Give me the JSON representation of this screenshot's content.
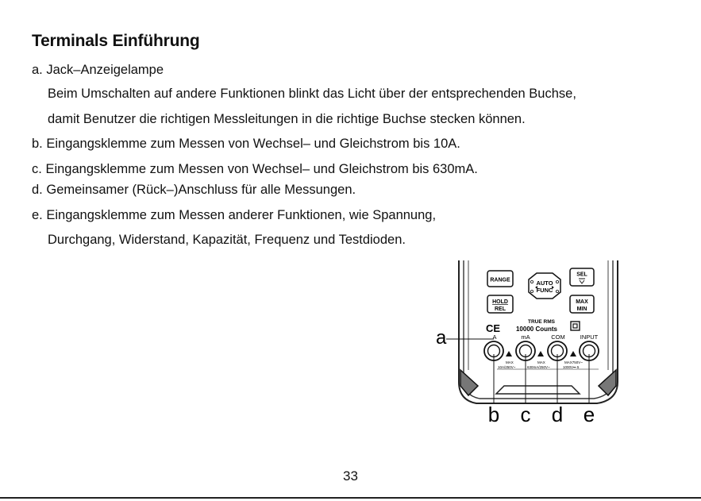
{
  "heading": "Terminals Einführung",
  "items": {
    "a_label": "a.",
    "a_text": "Jack–Anzeigelampe",
    "a_desc1": "Beim Umschalten auf andere Funktionen blinkt das Licht über der entsprechenden Buchse,",
    "a_desc2": "damit Benutzer die richtigen Messleitungen in die richtige Buchse stecken können.",
    "b_label": "b.",
    "b_text": "Eingangsklemme zum Messen von Wechsel– und Gleichstrom bis 10A.",
    "c_label": "c.",
    "c_text": "Eingangsklemme zum Messen von Wechsel– und Gleichstrom bis 630mA.",
    "d_label": "d.",
    "d_text": "Gemeinsamer (Rück–)Anschluss für alle Messungen.",
    "e_label": "e.",
    "e_text": "Eingangsklemme zum Messen anderer Funktionen, wie Spannung,",
    "e_desc": "Durchgang, Widerstand, Kapazität, Frequenz und Testdioden."
  },
  "device": {
    "buttons": {
      "range": "RANGE",
      "hold": "HOLD",
      "rel": "REL",
      "auto": "AUTO",
      "func": "FUNC",
      "sel": "SEL",
      "max": "MAX",
      "min": "MIN"
    },
    "true_rms": "TRUE RMS",
    "counts": "10000 Counts",
    "ce": "CE",
    "jacks": {
      "a": "A",
      "ma": "mA",
      "com": "COM",
      "input": "INPUT"
    },
    "ratings": {
      "a_max": "MAX",
      "a_val": "10A/250V~",
      "ma_max": "MAX",
      "ma_val": "630mA/250V~",
      "input_max": "MAX750V~",
      "input_val": "1000V⎓ 5"
    },
    "callouts": {
      "a": "a",
      "b": "b",
      "c": "c",
      "d": "d",
      "e": "e"
    }
  },
  "page_number": "33"
}
